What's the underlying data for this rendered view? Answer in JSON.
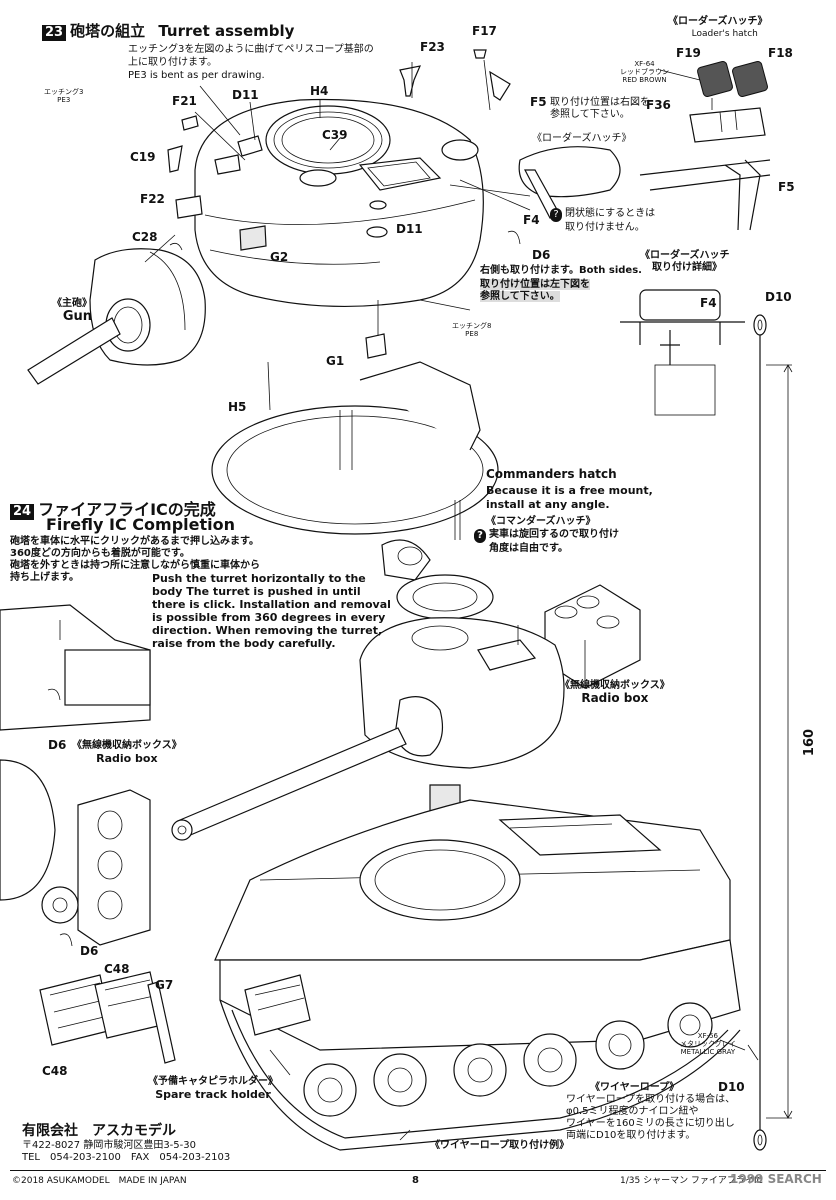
{
  "step23": {
    "number": "23",
    "title_jp": "砲塔の組立",
    "title_en": "Turret assembly",
    "pe3_note_jp1": "エッチング3を左図のように曲げてペリスコープ基部の",
    "pe3_note_jp2": "上に取り付けます。",
    "pe3_note_en": "PE3 is bent as per drawing.",
    "pe3_label_jp": "エッチング3",
    "pe3_label_en": "PE3",
    "gun_jp": "《主砲》",
    "gun_en": "Gun",
    "parts": [
      "F23",
      "F17",
      "F5",
      "H4",
      "F21",
      "D11",
      "C39",
      "C19",
      "F22",
      "C28",
      "G2",
      "F4",
      "D11",
      "D6",
      "G1",
      "H5"
    ],
    "f5_note_jp": "取り付け位置は右図を",
    "f5_note_jp2": "参照して下さい。",
    "loaders_hatch_jp": "《ローダーズハッチ》",
    "loaders_hatch_en": "Loader's hatch",
    "loaders_hatch2_jp": "《ローダーズハッチ》",
    "closed_note_jp1": "閉状態にするときは",
    "closed_note_jp2": "取り付けません。",
    "both_sides": "右側も取り付けます。Both sides.",
    "both_sides2_jp1": "取り付け位置は左下図を",
    "both_sides2_jp2": "参照して下さい。",
    "pe8_label_jp": "エッチング8",
    "pe8_label_en": "PE8",
    "xf64_code": "XF-64",
    "xf64_jp": "レッドブラウン",
    "xf64_en": "RED BROWN",
    "f19": "F19",
    "f18": "F18",
    "f36": "F36",
    "f5b": "F5",
    "detail_jp1": "《ローダーズハッチ",
    "detail_jp2": "取り付け詳細》",
    "f4b": "F4",
    "d10a": "D10"
  },
  "commanders": {
    "en_title": "Commanders hatch",
    "en_line1": "Because it is a free mount,",
    "en_line2": "install at any angle.",
    "jp_title": "《コマンダーズハッチ》",
    "jp_line1": "実車は旋回するので取り付け",
    "jp_line2": "角度は自由です。"
  },
  "step24": {
    "number": "24",
    "title_jp": "ファイアフライICの完成",
    "title_en": "Firefly IC Completion",
    "jp_lines": [
      "砲塔を車体に水平にクリックがあるまで押し込みます。",
      "360度どの方向からも着脱が可能です。",
      "砲塔を外すときは持つ所に注意しながら慎重に車体から",
      "持ち上げます。"
    ],
    "en_lines": [
      "Push the turret horizontally to the",
      "body The turret is pushed in until",
      "there is click. Installation and removal",
      "is possible from 360 degrees in every",
      "direction. When removing the turret,",
      "raise from the body carefully."
    ],
    "radio_box_jp": "《無線機収納ボックス》",
    "radio_box_en": "Radio box",
    "radio_box2_jp": "《無線機収納ボックス》",
    "radio_box2_en": "Radio box",
    "d6a": "D6",
    "d6b": "D6",
    "c48a": "C48",
    "c48b": "C48",
    "g7": "G7",
    "spare_jp": "《予備キャタピラホルダー》",
    "spare_en": "Spare track holder",
    "wire_mount_jp": "《ワイヤーロープ取り付け例》",
    "xf56_code": "XF-56",
    "xf56_jp": "メタリックグレイ",
    "xf56_en": "METALLIC GRAY",
    "d10b": "D10",
    "dim": "160",
    "wire_title_jp": "《ワイヤーロープ》",
    "wire_lines": [
      "ワイヤーロープを取り付ける場合は、",
      "φ0.5ミリ程度のナイロン紐や",
      "ワイヤーを160ミリの長さに切り出し",
      "両端にD10を取り付けます。"
    ]
  },
  "footer": {
    "company": "有限会社　アスカモデル",
    "address": "〒422-8027 静岡市駿河区豊田3-5-30",
    "tel": "TEL　054-203-2100　FAX　054-203-2103",
    "copyright": "©2018 ASUKAMODEL　MADE IN JAPAN",
    "page": "8",
    "scale_title": "1/35 シャーマン ファイアフライIC",
    "watermark": "1999 SEARCH"
  },
  "colors": {
    "ink": "#111111",
    "paint_chip": "#666666"
  }
}
